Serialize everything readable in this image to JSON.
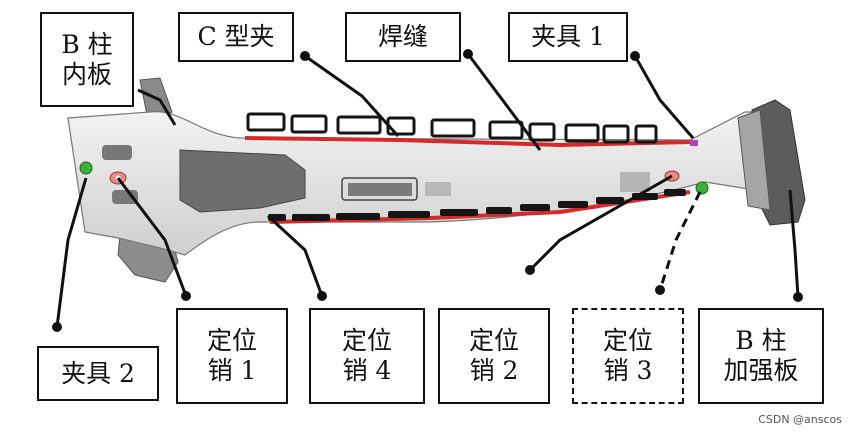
{
  "labels": {
    "b_pillar_inner": "B 柱\n内板",
    "c_clamp": "C 型夹",
    "weld_seam": "焊缝",
    "fixture_1": "夹具 1",
    "fixture_2": "夹具 2",
    "locating_pin_1": "定位\n销 1",
    "locating_pin_4": "定位\n销 4",
    "locating_pin_2": "定位\n销 2",
    "locating_pin_3": "定位\n销 3",
    "b_pillar_reinforcement": "B 柱\n加强板"
  },
  "watermark": "CSDN @anscos",
  "colors": {
    "weld": "#d42a2a",
    "clamp": "#151515",
    "part_light": "#e4e4e4",
    "part_dark": "#6e6e6e",
    "pin_red": "#e88a8a",
    "fixture_green": "#3cae3c",
    "fixture_purple": "#b040c0"
  }
}
